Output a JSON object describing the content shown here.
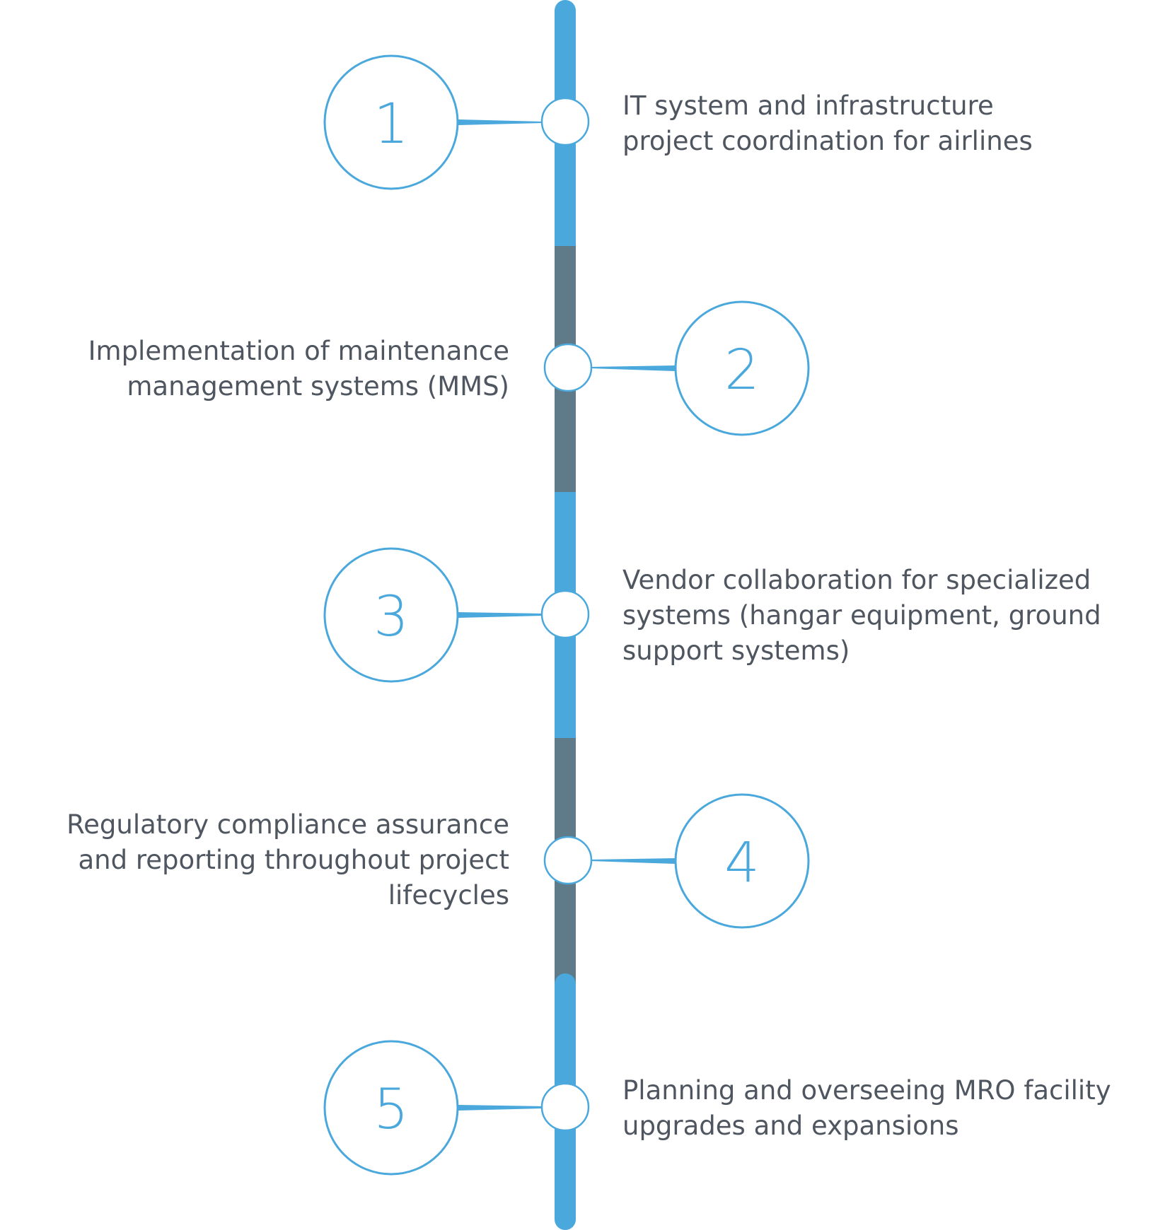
{
  "colors": {
    "accent_blue": "#4aa8dc",
    "accent_slate": "#5f7b89",
    "text": "#4f5660",
    "node_fill": "#ffffff"
  },
  "steps": [
    {
      "number": "1",
      "side": "left",
      "text": "IT system and infrastructure\nproject coordination for airlines"
    },
    {
      "number": "2",
      "side": "right",
      "text": "Implementation of maintenance\nmanagement systems (MMS)"
    },
    {
      "number": "3",
      "side": "left",
      "text": "Vendor collaboration for specialized\nsystems (hangar equipment, ground\nsupport systems)"
    },
    {
      "number": "4",
      "side": "right",
      "text": "Regulatory compliance assurance\nand reporting throughout project\nlifecycles"
    },
    {
      "number": "5",
      "side": "left",
      "text": "Planning and overseeing MRO facility\nupgrades and expansions"
    }
  ]
}
